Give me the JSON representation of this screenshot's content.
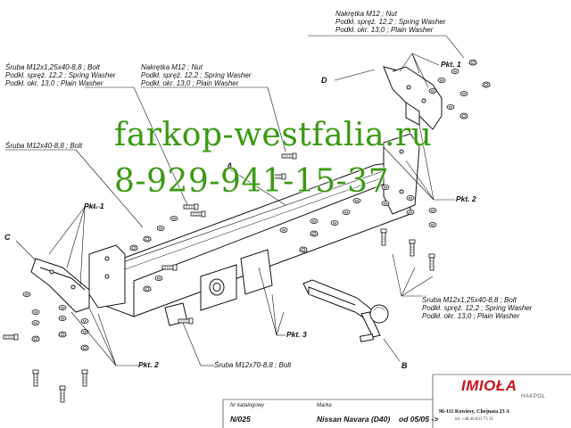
{
  "labels": {
    "top_right": [
      "Nakrętka  M12 ; Nut",
      "Podkł. spręż. 12,2 ; Spring Washer",
      "Podkł. okr. 13,0 ;  Plain Washer"
    ],
    "top_left": [
      "Śruba M12x1,25x40-8,8 ;  Bolt",
      "Podkł. spręż. 12,2 ; Spring Washer",
      "Podkł. okr. 13,0 ;  Plain Washer"
    ],
    "top_center": [
      "Nakrętka  M12 ; Nut",
      "Podkł. spręż. 12,2 ; Spring Washer",
      "Podkł. okr. 13,0 ;  Plain Washer"
    ],
    "left_bolt": "Śruba M12x40-8,8 ;  Bolt",
    "bottom_right": [
      "Śruba M12x1,25x40-8,8 ;  Bolt",
      "Podkł. spręż. 12,2 ; Spring Washer",
      "Podkł. okr. 13,0 ;  Plain Washer"
    ],
    "bottom_bolt": "Śruba M12x70-8,8 ;  Bolt"
  },
  "points": {
    "pkt1_top": "Pkt. 1",
    "pkt1_left": "Pkt. 1",
    "pkt2_right": "Pkt. 2",
    "pkt2_left": "Pkt. 2",
    "pkt3": "Pkt. 3"
  },
  "letters": {
    "a": "A",
    "b": "B",
    "c": "C",
    "d": "D"
  },
  "watermark": {
    "site": "farkop-westfalia.ru",
    "phone": "8-929-941-15-37",
    "color": "#3a9a12"
  },
  "footer": {
    "catalog_label": "Nr katalogowy",
    "catalog_value": "N/025",
    "brand_label": "Marka",
    "brand_value": "Nissan Navara (D40)",
    "date_value": "od  05/05 ->"
  },
  "logo": {
    "name": "IMIOŁA",
    "sub": "HAKPOL",
    "color": "#c9141c",
    "address": "96-111 Kowiesy, Chojnata 23 A",
    "phone": "tel. +48 46 831 73 31"
  }
}
